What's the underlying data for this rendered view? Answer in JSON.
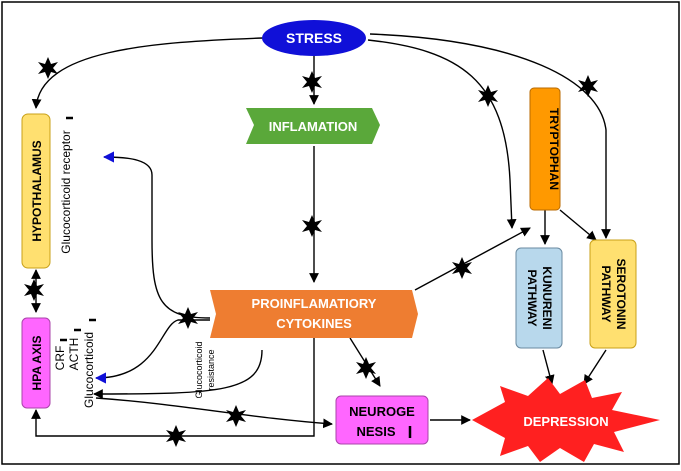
{
  "nodes": {
    "stress": "STRESS",
    "inflamation": "INFLAMATION",
    "cytokines_line1": "PROINFLAMATIORY",
    "cytokines_line2": "CYTOKINES",
    "hypothalamus": "HYPOTHALAMUS",
    "hpa_axis": "HPA AXIS",
    "tryptophan": "TRYPTOPHAN",
    "kunureni_line1": "KUNURENI",
    "kunureni_line2": "PATHWAY",
    "serotonin_line1": "SEROTONIN",
    "serotonin_line2": "PATHWAY",
    "neurogenesis_line1": "NEUROGE",
    "neurogenesis_line2": "NESIS",
    "depression": "DEPRESSION"
  },
  "labels": {
    "glucocorticoid_receptor": "Glucocorticoid receptor",
    "crf": "CRF",
    "acth": "ACTH",
    "glucocorticoid": "Glucocorticoid",
    "glucocorticoid_resistance_line1": "Glucocorticoid",
    "glucocorticoid_resistance_line2": "resistance"
  },
  "colors": {
    "stress": "#1010d8",
    "inflamation": "#5aa83a",
    "cytokines": "#ee7d31",
    "hypothalamus": "#ffe070",
    "hpa_axis": "#ff66ff",
    "tryptophan": "#ff9900",
    "kunureni": "#b8d8ec",
    "serotonin": "#ffe070",
    "neurogenesis": "#ff66ff",
    "depression": "#ff2020",
    "marker": "#000000",
    "feedback_arrow": "#1010d8"
  }
}
